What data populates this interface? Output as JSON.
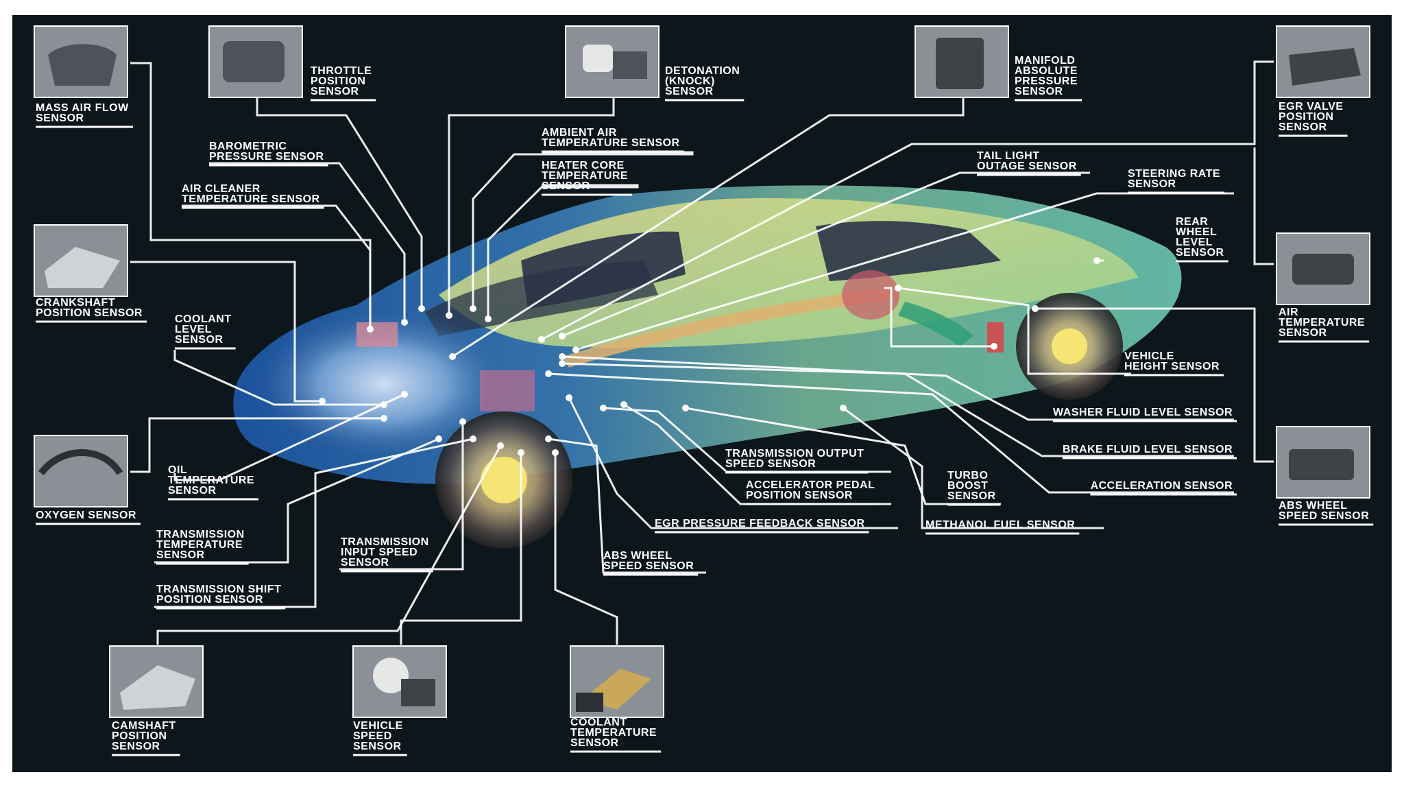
{
  "diagram": {
    "labels": {
      "mass_air_flow": [
        "MASS AIR FLOW",
        "SENSOR"
      ],
      "throttle_position": [
        "THROTTLE",
        "POSITION",
        "SENSOR"
      ],
      "detonation": [
        "DETONATION",
        "(KNOCK)",
        "SENSOR"
      ],
      "manifold_absolute_pressure": [
        "MANIFOLD",
        "ABSOLUTE",
        "PRESSURE",
        "SENSOR"
      ],
      "egr_valve_position": [
        "EGR VALVE",
        "POSITION",
        "SENSOR"
      ],
      "barometric_pressure": [
        "BAROMETRIC",
        "PRESSURE SENSOR"
      ],
      "ambient_air_temperature": [
        "AMBIENT AIR",
        "TEMPERATURE SENSOR"
      ],
      "heater_core_temperature": [
        "HEATER CORE",
        "TEMPERATURE",
        "SENSOR"
      ],
      "air_cleaner_temperature": [
        "AIR CLEANER",
        "TEMPERATURE SENSOR"
      ],
      "tail_light_outage": [
        "TAIL LIGHT",
        "OUTAGE SENSOR"
      ],
      "steering_rate": [
        "STEERING RATE",
        "SENSOR"
      ],
      "rear_wheel_level": [
        "REAR",
        "WHEEL",
        "LEVEL",
        "SENSOR"
      ],
      "crankshaft_position": [
        "CRANKSHAFT",
        "POSITION SENSOR"
      ],
      "coolant_level": [
        "COOLANT",
        "LEVEL",
        "SENSOR"
      ],
      "air_temperature": [
        "AIR",
        "TEMPERATURE",
        "SENSOR"
      ],
      "vehicle_height": [
        "VEHICLE",
        "HEIGHT SENSOR"
      ],
      "washer_fluid_level": [
        "WASHER FLUID LEVEL SENSOR"
      ],
      "brake_fluid_level": [
        "BRAKE FLUID LEVEL SENSOR"
      ],
      "acceleration": [
        "ACCELERATION SENSOR"
      ],
      "abs_wheel_speed_right": [
        "ABS WHEEL",
        "SPEED SENSOR"
      ],
      "oxygen": [
        "OXYGEN SENSOR"
      ],
      "oil_temperature": [
        "OIL",
        "TEMPERATURE",
        "SENSOR"
      ],
      "transmission_output_speed": [
        "TRANSMISSION OUTPUT",
        "SPEED SENSOR"
      ],
      "accelerator_pedal_position": [
        "ACCELERATOR PEDAL",
        "POSITION SENSOR"
      ],
      "turbo_boost": [
        "TURBO",
        "BOOST",
        "SENSOR"
      ],
      "egr_pressure_feedback": [
        "EGR PRESSURE FEEDBACK SENSOR"
      ],
      "methanol_fuel": [
        "METHANOL FUEL SENSOR"
      ],
      "transmission_temperature": [
        "TRANSMISSION",
        "TEMPERATURE",
        "SENSOR"
      ],
      "transmission_input_speed": [
        "TRANSMISSION",
        "INPUT SPEED",
        "SENSOR"
      ],
      "abs_wheel_speed_center": [
        "ABS WHEEL",
        "SPEED SENSOR"
      ],
      "transmission_shift_position": [
        "TRANSMISSION SHIFT",
        "POSITION SENSOR"
      ],
      "camshaft_position": [
        "CAMSHAFT",
        "POSITION",
        "SENSOR"
      ],
      "vehicle_speed": [
        "VEHICLE",
        "SPEED",
        "SENSOR"
      ],
      "coolant_temperature": [
        "COOLANT",
        "TEMPERATURE",
        "SENSOR"
      ]
    },
    "colors": {
      "background": "#0d161b",
      "lines": "#ffffff",
      "car_front": "#2f7fd0",
      "car_rear": "#7fd6b4",
      "car_roof": "#d8d27a",
      "cabin": "#2a3347",
      "thumb_frame": "#ffffff"
    }
  }
}
